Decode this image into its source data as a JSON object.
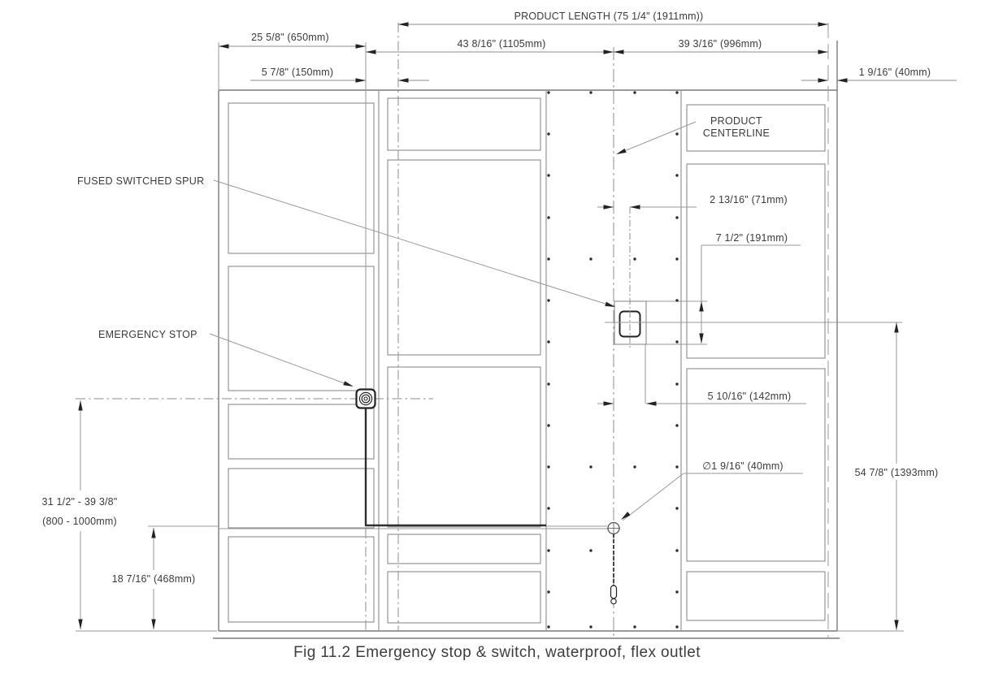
{
  "drawing": {
    "top_dimensions": {
      "product_length": "PRODUCT LENGTH (75 1/4\" (1911mm))",
      "left_offset": "25 5/8\" (650mm)",
      "center_left": "43 8/16\" (1105mm)",
      "center_right": "39 3/16\" (996mm)",
      "small_left": "5 7/8\" (150mm)",
      "small_right": "1 9/16\" (40mm)"
    },
    "labels": {
      "fused_switched_spur": "FUSED SWITCHED SPUR",
      "emergency_stop": "EMERGENCY STOP",
      "product_centerline_line1": "PRODUCT",
      "product_centerline_line2": "CENTERLINE"
    },
    "detail_dimensions": {
      "spur_horizontal_offset": "2 13/16\" (71mm)",
      "spur_height": "7 1/2\" (191mm)",
      "outlet_offset": "5 10/16\" (142mm)",
      "outlet_diameter": "∅1 9/16\" (40mm)",
      "height_to_spur_centerline": "54 7/8\" (1393mm)"
    },
    "left_dimensions": {
      "estop_height_range_line1": "31 1/2\" - 39 3/8\"",
      "estop_height_range_line2": "(800 - 1000mm)",
      "cable_height": "18 7/16\" (468mm)"
    }
  },
  "caption": "Fig 11.2 Emergency stop & switch, waterproof, flex outlet"
}
